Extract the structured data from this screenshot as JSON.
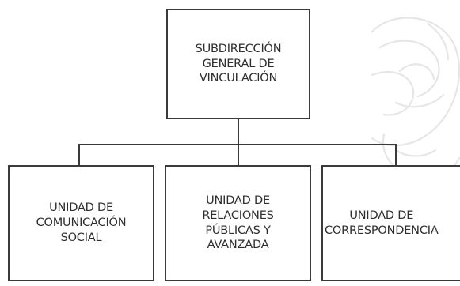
{
  "org_chart": {
    "root": {
      "label": "SUBDIRECCIÓN\nGENERAL DE\nVINCULACIÓN"
    },
    "children": [
      {
        "label": "UNIDAD DE\nCOMUNICACIÓN\nSOCIAL"
      },
      {
        "label": "UNIDAD DE\nRELACIONES\nPÚBLICAS Y\nAVANZADA"
      },
      {
        "label": "UNIDAD DE\nCORRESPONDENCIA"
      }
    ]
  },
  "colors": {
    "border": "#3a3a3a",
    "text": "#2e2e2e",
    "watermark": "#e6e6e6"
  }
}
